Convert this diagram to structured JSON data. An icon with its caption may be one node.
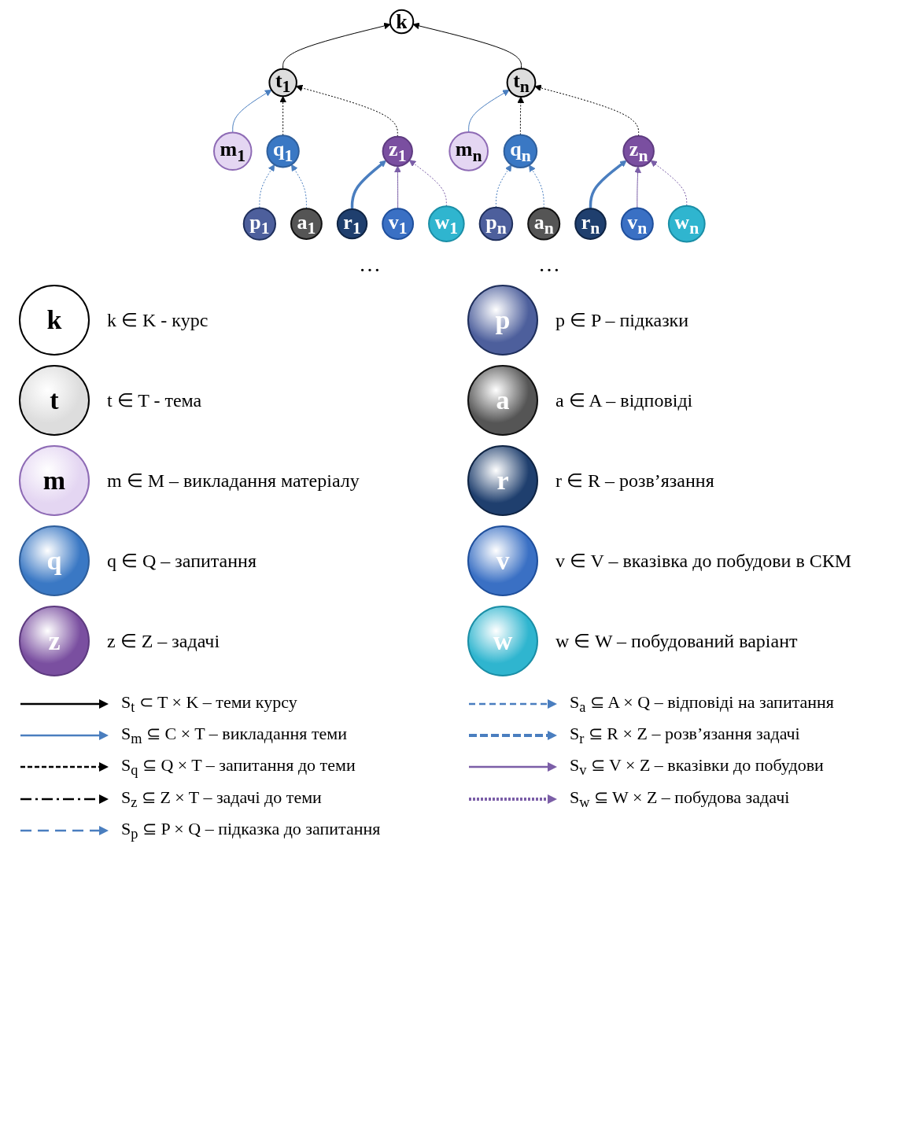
{
  "diagram": {
    "nodes": [
      {
        "text": [
          "k"
        ]
      },
      {
        "text": [
          "t$_{1}$"
        ]
      },
      {
        "text": [
          "t$_{n}$"
        ]
      },
      {
        "text": [
          "m$_{1}$"
        ]
      },
      {
        "text": [
          "q$_{1}$"
        ]
      },
      {
        "text": [
          "z$_{1}$"
        ]
      },
      {
        "text": [
          "m$_{n}$"
        ]
      },
      {
        "text": [
          "q$_{n}$"
        ]
      },
      {
        "text": [
          "z$_{n}$"
        ]
      },
      {
        "text": [
          "p$_{1}$"
        ]
      },
      {
        "text": [
          "a$_{1}$"
        ]
      },
      {
        "text": [
          "r$_{1}$"
        ]
      },
      {
        "text": [
          "v$_{1}$"
        ]
      },
      {
        "text": [
          "w$_{1}$"
        ]
      },
      {
        "text": [
          "p$_{n}$"
        ]
      },
      {
        "text": [
          "a$_{n}$"
        ]
      },
      {
        "text": [
          "r$_{n}$"
        ]
      },
      {
        "text": [
          "v$_{n}$"
        ]
      },
      {
        "text": [
          "w$_{n}$"
        ]
      },
      {
        "text": [
          "k"
        ],
        "beside": [
          "k ∈ K - курс"
        ]
      },
      {
        "text": [
          "t"
        ],
        "beside": [
          "t ∈ T - тема"
        ]
      },
      {
        "text": [
          "m"
        ],
        "beside": [
          "m ∈ M – викладання матеріалу"
        ]
      },
      {
        "text": [
          "q"
        ],
        "beside": [
          "q ∈ Q – запитання"
        ]
      },
      {
        "text": [
          "z"
        ],
        "beside": [
          "z ∈ Z – задачі"
        ]
      },
      {
        "text": [
          "p"
        ],
        "beside": [
          "p ∈ P – підказки"
        ]
      },
      {
        "text": [
          "a"
        ],
        "beside": [
          "a ∈ A – відповіді"
        ]
      },
      {
        "text": [
          "r"
        ],
        "beside": [
          "r ∈ R – розв’язання"
        ]
      },
      {
        "text": [
          "v"
        ],
        "beside": [
          "v ∈ V – вказівка до побудови в СКМ"
        ]
      },
      {
        "text": [
          "w"
        ],
        "beside": [
          "w ∈ W – побудований варіант"
        ]
      }
    ],
    "edges": [
      {
        "from": 1,
        "to": 0,
        "arrow": "to",
        "color": "#000000"
      },
      {
        "from": 2,
        "to": 0,
        "arrow": "to",
        "color": "#000000"
      },
      {
        "from": 3,
        "to": 1,
        "arrow": "to",
        "color": "#4a7ebf"
      },
      {
        "from": 4,
        "to": 1,
        "arrow": "to",
        "style": "dashed",
        "color": "#000000"
      },
      {
        "from": 5,
        "to": 1,
        "arrow": "to",
        "style": "dashed",
        "color": "#000000"
      },
      {
        "from": 6,
        "to": 2,
        "arrow": "to",
        "color": "#4a7ebf"
      },
      {
        "from": 7,
        "to": 2,
        "arrow": "to",
        "style": "dashed",
        "color": "#000000"
      },
      {
        "from": 8,
        "to": 2,
        "arrow": "to",
        "style": "dashed",
        "color": "#000000"
      },
      {
        "from": 9,
        "to": 4,
        "arrow": "to",
        "style": "dashed",
        "color": "#4a7ebf"
      },
      {
        "from": 10,
        "to": 4,
        "arrow": "to",
        "style": "dashed",
        "color": "#4a7ebf"
      },
      {
        "from": 11,
        "to": 5,
        "arrow": "to",
        "style": "thick",
        "color": "#4a7ebf"
      },
      {
        "from": 12,
        "to": 5,
        "arrow": "to",
        "color": "#7b5ea7"
      },
      {
        "from": 13,
        "to": 5,
        "arrow": "to",
        "style": "dashed",
        "color": "#7b5ea7"
      },
      {
        "from": 14,
        "to": 7,
        "arrow": "to",
        "style": "dashed",
        "color": "#4a7ebf"
      },
      {
        "from": 15,
        "to": 7,
        "arrow": "to",
        "style": "dashed",
        "color": "#4a7ebf"
      },
      {
        "from": 16,
        "to": 8,
        "arrow": "to",
        "style": "thick",
        "color": "#4a7ebf"
      },
      {
        "from": 17,
        "to": 8,
        "arrow": "to",
        "color": "#7b5ea7"
      },
      {
        "from": 18,
        "to": 8,
        "arrow": "to",
        "style": "dashed",
        "color": "#7b5ea7"
      }
    ],
    "labels": [
      "…",
      "…"
    ],
    "legend": [
      {
        "text": "S$_{t}$ ⊂ T × K – теми курсу"
      },
      {
        "text": "S$_{a}$ ⊆ A × Q – відповіді на запитання"
      },
      {
        "text": "S$_{m}$ ⊆ C × T – викладання теми"
      },
      {
        "text": "S$_{r}$ ⊆ R × Z – розв’язання задачі"
      },
      {
        "text": "S$_{q}$ ⊆ Q × T – запитання до теми"
      },
      {
        "text": "S$_{v}$ ⊆ V × Z – вказівки до побудови"
      },
      {
        "text": "S$_{z}$ ⊆ Z × T – задачі до теми"
      },
      {
        "text": "S$_{w}$ ⊆ W × Z – побудова задачі"
      },
      {
        "text": "S$_{p}$ ⊆ P × Q – підказка до запитання"
      }
    ]
  }
}
